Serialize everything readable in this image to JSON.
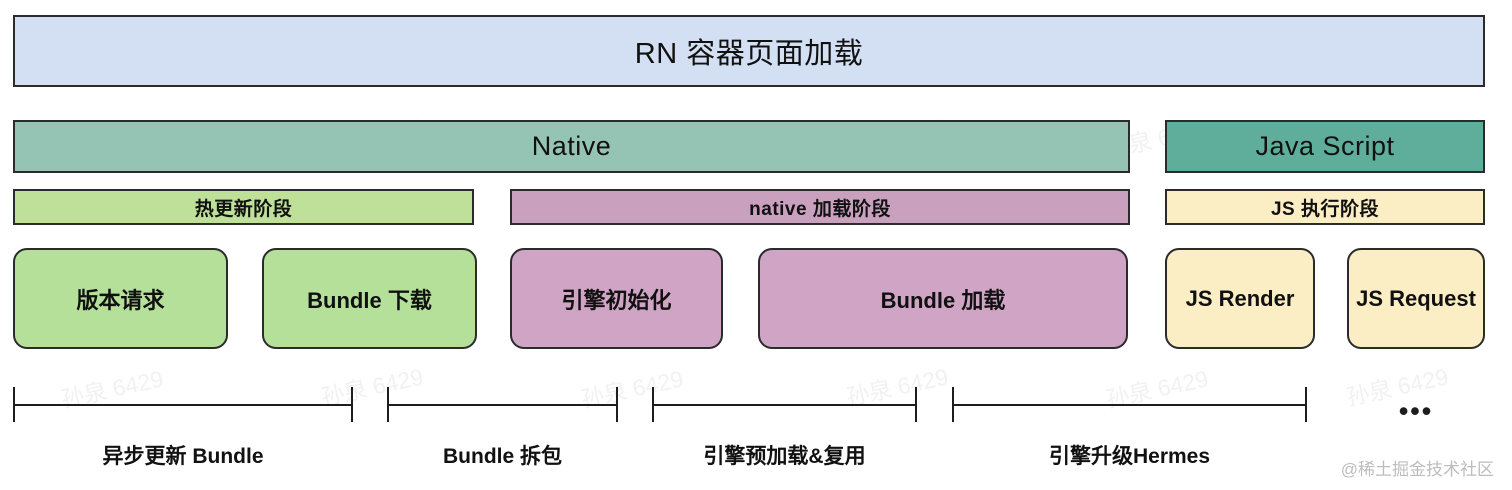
{
  "title": {
    "label": "RN 容器页面加载"
  },
  "layers": [
    {
      "id": "native",
      "label": "Native"
    },
    {
      "id": "javascript",
      "label": "Java Script"
    }
  ],
  "phases": [
    {
      "id": "hot-update",
      "label": "热更新阶段"
    },
    {
      "id": "native-load",
      "label": "native 加载阶段"
    },
    {
      "id": "js-exec",
      "label": "JS 执行阶段"
    }
  ],
  "tasks": [
    {
      "id": "version-request",
      "label": "版本请求"
    },
    {
      "id": "bundle-download",
      "label": "Bundle 下载"
    },
    {
      "id": "engine-init",
      "label": "引擎初始化"
    },
    {
      "id": "bundle-load",
      "label": "Bundle 加载"
    },
    {
      "id": "js-render",
      "label": "JS Render"
    },
    {
      "id": "js-request",
      "label": "JS Request"
    }
  ],
  "optimizations": [
    {
      "id": "async-update-bundle",
      "label": "异步更新 Bundle"
    },
    {
      "id": "bundle-split",
      "label": "Bundle 拆包"
    },
    {
      "id": "engine-preload-reuse",
      "label": "引擎预加载&复用"
    },
    {
      "id": "engine-upgrade-hermes",
      "label": "引擎升级Hermes"
    }
  ],
  "ellipsis": "•••",
  "watermark": {
    "credit": "@稀土掘金技术社区",
    "tile": "孙泉 6429"
  },
  "colors": {
    "title_fill": "#d3dff2",
    "native_fill": "#95c4b5",
    "javascript_fill": "#5fae9c",
    "phase_green": "#bfe099",
    "phase_pink": "#c9a1bf",
    "phase_cream": "#fbeec4",
    "task_green": "#b4e09a",
    "task_pink": "#cfa4c4",
    "task_cream": "#fbeec4",
    "stroke": "#2b2b2b"
  }
}
